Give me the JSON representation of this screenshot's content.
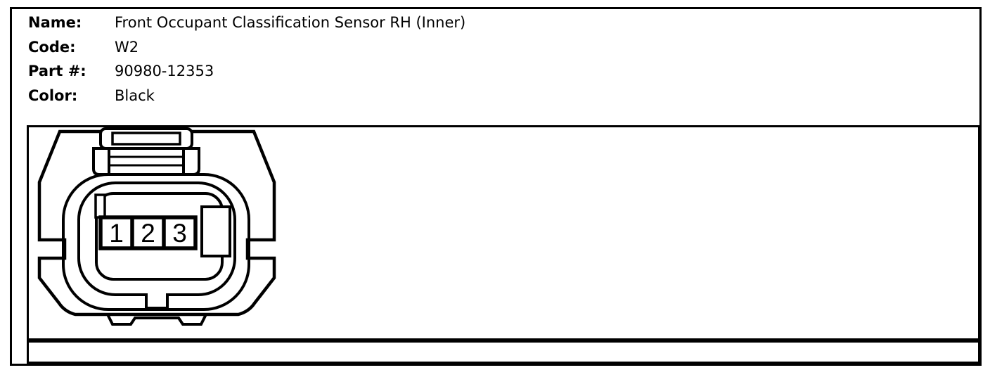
{
  "header": {
    "fields": [
      {
        "label": "Name:",
        "value": "Front Occupant Classification Sensor RH (Inner)"
      },
      {
        "label": "Code:",
        "value": "W2"
      },
      {
        "label": "Part #:",
        "value": "90980-12353"
      },
      {
        "label": "Color:",
        "value": "Black"
      }
    ]
  },
  "connector": {
    "pins": [
      "1",
      "2",
      "3"
    ],
    "line_color": "#000000",
    "face_color": "#ffffff"
  }
}
